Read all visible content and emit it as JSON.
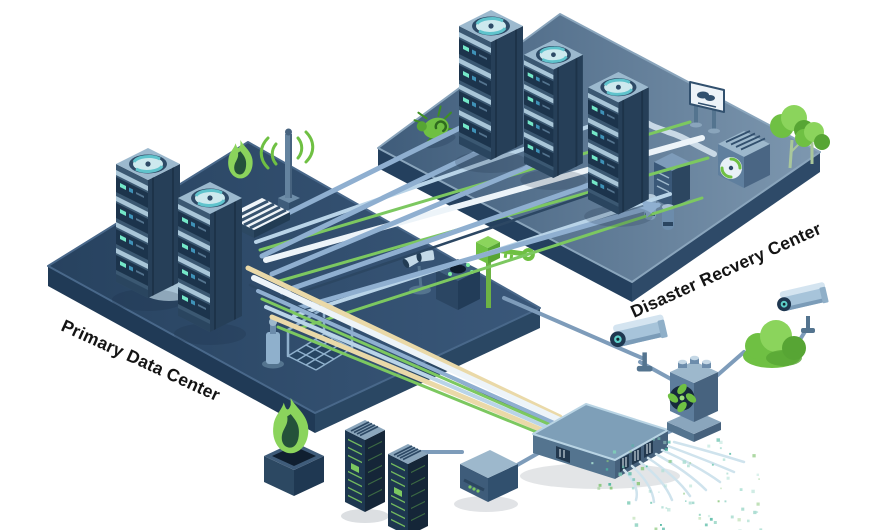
{
  "diagram": {
    "type": "isometric-network-diagram",
    "platforms": [
      {
        "id": "primary",
        "label": "Primary Data Center"
      },
      {
        "id": "recovery",
        "label": "Disaster Recvery Center"
      }
    ]
  },
  "icons": [
    "server-tower-icon",
    "cooling-fan-icon",
    "flame-icon",
    "wifi-antenna-icon",
    "water-basin-icon",
    "vent-ramp-icon",
    "cage-icon",
    "pump-icon",
    "spotlight-icon",
    "keyhole-box-icon",
    "access-key-icon",
    "bug-icon",
    "signboard-icon",
    "tree-icon",
    "hvac-unit-icon",
    "cabinet-icon",
    "bollard-icon",
    "network-switch-icon",
    "fan-tower-icon",
    "cctv-camera-icon",
    "cloud-icon",
    "rack-icon",
    "modem-box-icon",
    "firebox-icon",
    "arrow-cable-icon"
  ],
  "colors": {
    "background": "#ffffff",
    "label_text": "#141414",
    "platform_dark": "#2e4b6b",
    "platform_light": "#7e98b0",
    "cable_steel": "#8fafd0",
    "cable_green": "#7cc860",
    "cable_cream": "#ead9a8",
    "cable_lightblue": "#b9d4e8",
    "cable_navy": "#2c4763",
    "line_steel": "#7e9cba",
    "particle_teal": "#4db6a0",
    "accent_green": "#6fc043",
    "accent_green_light": "#8bd45c",
    "accent_green_dark": "#57a534",
    "fan_teal": "#5fc3cc"
  }
}
